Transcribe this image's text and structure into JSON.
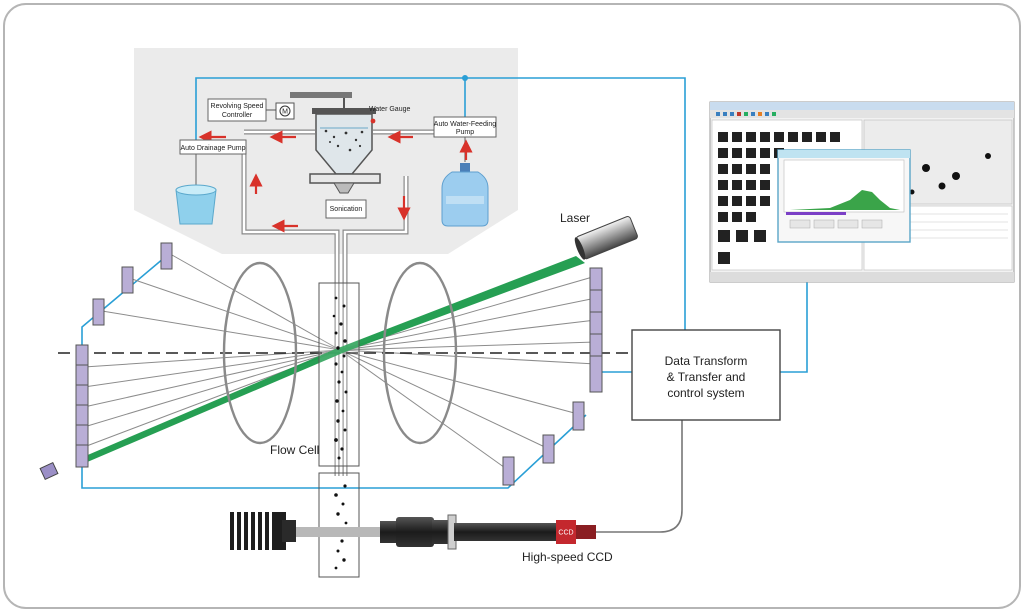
{
  "labels": {
    "revolving_speed_controller": "Revolving Speed Controller",
    "motor_mark": "M",
    "water_gauge": "Water Gauge",
    "auto_drainage_pump": "Auto Drainage Pump",
    "auto_water_feeding_pump": "Auto Water-Feeding Pump",
    "sonication": "Sonication",
    "laser": "Laser",
    "flow_cell": "Flow Cell",
    "high_speed_ccd": "High-speed CCD",
    "ccd_tag": "CCD",
    "data_system_line1": "Data Transform",
    "data_system_line2": "& Transfer and",
    "data_system_line3": "control system"
  },
  "colors": {
    "cable_blue": "#2a9fd6",
    "laser_green": "#1a9a4a",
    "detector_purple": "#b9aed6",
    "flow_arrow_red": "#d8322a",
    "panel_gray": "#ebebeb",
    "frame_gray": "#b5b5b5"
  },
  "icons": {
    "water_bottle": "water-bottle-icon",
    "drain_bucket": "bucket-icon",
    "motor": "motor-icon",
    "heat_sink": "heat-sink-icon",
    "software_window": "software-screenshot"
  }
}
